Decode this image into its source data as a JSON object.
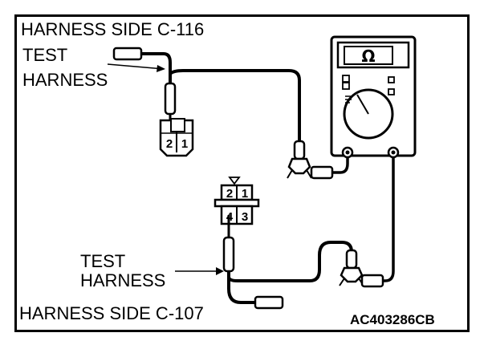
{
  "labels": {
    "top_side": "HARNESS SIDE C-116",
    "bottom_side": "HARNESS SIDE C-107",
    "test_top": "TEST",
    "harness_top": "HARNESS",
    "test_bottom": "TEST",
    "harness_bottom": "HARNESS",
    "code": "AC403286CB"
  },
  "meter": {
    "display": "Ω"
  },
  "connectors": {
    "c116": {
      "pins": [
        "2",
        "1"
      ]
    },
    "c107": {
      "pins_top": [
        "2",
        "1"
      ],
      "pins_bottom": [
        "4",
        "3"
      ]
    }
  }
}
